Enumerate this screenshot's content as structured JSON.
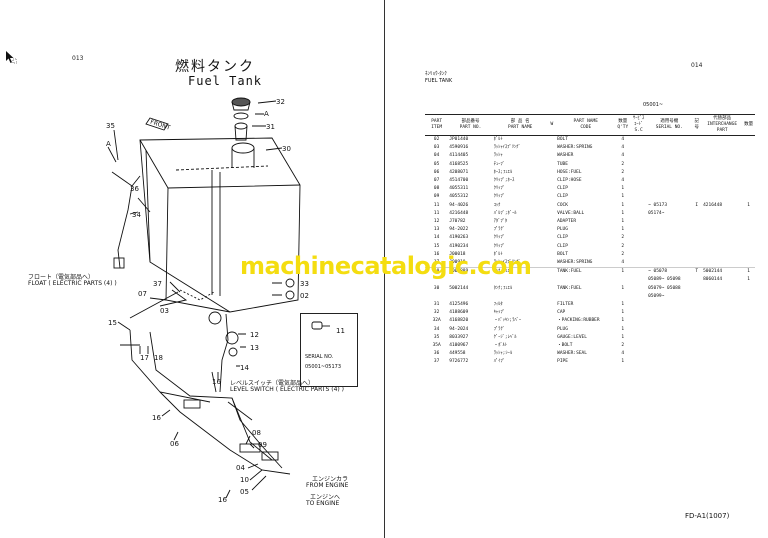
{
  "left_page": {
    "page_number": "013",
    "title_jp": "燃料タンク",
    "title_en": "Fuel Tank",
    "callouts": [
      "32",
      "A",
      "31",
      "35",
      "A",
      "30",
      "36",
      "34",
      "33",
      "02",
      "37",
      "07",
      "03",
      "15",
      "18",
      "17",
      "12",
      "13",
      "14",
      "16",
      "08",
      "09",
      "04",
      "10",
      "05",
      "16",
      "11"
    ],
    "front_label": "FRONT",
    "float_note_jp": "フロート（電気部品へ）",
    "float_note_en": "FLOAT ( ELECTRIC PARTS (4) )",
    "level_note_jp": "レベルスイッチ（電気部品へ）",
    "level_note_en": "LEVEL SWITCH ( ELECTRIC PARTS (4) )",
    "engine_note_jp1": "エンジンカラ",
    "engine_note_en1": "FROM ENGINE",
    "engine_note_jp2": "エンジンへ",
    "engine_note_en2": "TO ENGINE",
    "serial_box": {
      "callout": "11",
      "label": "SERIAL NO.",
      "range": "05001~05173"
    }
  },
  "watermark": "machinecatalogic.com",
  "right_page": {
    "page_number": "014",
    "header_jp": "ﾈﾝﾘｮｳ-ﾀﾝｸ",
    "header_en": "FUEL TANK",
    "serial_range": "05001~",
    "columns": {
      "item": "PART\nITEM",
      "part_no_jp": "部品番号",
      "part_no": "PART NO.",
      "part_name_jp": "部 品 名",
      "part_name": "PART NAME",
      "w": "W",
      "name_code": "PART NAME\nCODE",
      "qty_jp": "数量",
      "qty": "Q'TY",
      "sc": "ｻｰﾋﾞｽ\nｺｰﾄﾞ\nS.C",
      "serial_jp": "適用号機",
      "serial": "SERIAL NO.",
      "flag": "記号",
      "interchange_jp": "代替部品",
      "interchange": "INTERCHANGE\nPART",
      "int_part": "部品番号",
      "int_qty": "数量"
    },
    "rows": [
      {
        "item": "02",
        "part_no": "JP01440",
        "name_jp": "ﾎﾞﾙﾄ",
        "name_en": "BOLT",
        "qty": "4",
        "serial": "",
        "flag": "",
        "ipart": "",
        "iqty": ""
      },
      {
        "item": "03",
        "part_no": "4590916",
        "name_jp": "ﾜｯｼｬｲｽﾌﾟﾘﾝｸﾞ",
        "name_en": "WASHER:SPRING",
        "qty": "4",
        "serial": "",
        "flag": "",
        "ipart": "",
        "iqty": ""
      },
      {
        "item": "04",
        "part_no": "4114405",
        "name_jp": "ﾜｯｼｬ",
        "name_en": "WASHER",
        "qty": "4",
        "serial": "",
        "flag": "",
        "ipart": "",
        "iqty": ""
      },
      {
        "item": "05",
        "part_no": "4168525",
        "name_jp": "ﾁｭｰﾌﾞ",
        "name_en": "TUBE",
        "qty": "2",
        "serial": "",
        "flag": "",
        "ipart": "",
        "iqty": ""
      },
      {
        "item": "06",
        "part_no": "4208071",
        "name_jp": "ﾎｰｽ;ﾌｭｴﾙ",
        "name_en": "HOSE:FUEL",
        "qty": "2",
        "serial": "",
        "flag": "",
        "ipart": "",
        "iqty": ""
      },
      {
        "item": "07",
        "part_no": "4514700",
        "name_jp": "ｸﾘｯﾌﾟ;ﾎｰｽ",
        "name_en": "CLIP:HOSE",
        "qty": "4",
        "serial": "",
        "flag": "",
        "ipart": "",
        "iqty": ""
      },
      {
        "item": "08",
        "part_no": "4055311",
        "name_jp": "ｸﾘｯﾌﾟ",
        "name_en": "CLIP",
        "qty": "1",
        "serial": "",
        "flag": "",
        "ipart": "",
        "iqty": ""
      },
      {
        "item": "09",
        "part_no": "4055312",
        "name_jp": "ｸﾘｯﾌﾟ",
        "name_en": "CLIP",
        "qty": "1",
        "serial": "",
        "flag": "",
        "ipart": "",
        "iqty": ""
      },
      {
        "item": "11",
        "part_no": "94-4026",
        "name_jp": "ｺｯｸ",
        "name_en": "COCK",
        "qty": "1",
        "serial": "~ 05173",
        "flag": "I",
        "ipart": "4216448",
        "iqty": "1"
      },
      {
        "item": "11",
        "part_no": "4216448",
        "name_jp": "ﾊﾞﾙﾌﾞ;ﾎﾞｰﾙ",
        "name_en": "VALVE:BALL",
        "qty": "1",
        "serial": "05174~",
        "flag": "",
        "ipart": "",
        "iqty": ""
      },
      {
        "item": "12",
        "part_no": "J70782",
        "name_jp": "ｱﾀﾞﾌﾟﾀ",
        "name_en": "ADAPTER",
        "qty": "1",
        "serial": "",
        "flag": "",
        "ipart": "",
        "iqty": ""
      },
      {
        "item": "13",
        "part_no": "94-2022",
        "name_jp": "ﾌﾟﾗｸﾞ",
        "name_en": "PLUG",
        "qty": "1",
        "serial": "",
        "flag": "",
        "ipart": "",
        "iqty": ""
      },
      {
        "item": "14",
        "part_no": "4190263",
        "name_jp": "ｸﾘｯﾌﾟ",
        "name_en": "CLIP",
        "qty": "2",
        "serial": "",
        "flag": "",
        "ipart": "",
        "iqty": ""
      },
      {
        "item": "15",
        "part_no": "4190234",
        "name_jp": "ｸﾘｯﾌﾟ",
        "name_en": "CLIP",
        "qty": "2",
        "serial": "",
        "flag": "",
        "ipart": "",
        "iqty": ""
      },
      {
        "item": "16",
        "part_no": "J00018",
        "name_jp": "ﾎﾞﾙﾄ",
        "name_en": "BOLT",
        "qty": "2",
        "serial": "",
        "flag": "",
        "ipart": "",
        "iqty": ""
      },
      {
        "item": "17",
        "part_no": "J00910",
        "name_jp": "ﾜｯｼｬｲｽﾌﾟﾘﾝｸﾞ",
        "name_en": "WASHER:SPRING",
        "qty": "4",
        "serial": "",
        "flag": "",
        "ipart": "",
        "iqty": ""
      },
      {
        "item": "30",
        "part_no": "5001889",
        "name_jp": "ﾀﾝｸ;ﾌｭｴﾙ",
        "name_en": "TANK:FUEL",
        "qty": "1",
        "serial": "~ 05078",
        "flag": "T",
        "ipart": "5002144",
        "iqty": "1"
      },
      {
        "item": "",
        "part_no": "",
        "name_jp": "",
        "name_en": "",
        "qty": "",
        "serial": "05089~ 05098",
        "flag": "",
        "ipart": "8060144",
        "iqty": "1"
      },
      {
        "item": "30",
        "part_no": "5002144",
        "name_jp": "ﾀﾝｸ;ﾌｭｴﾙ",
        "name_en": "TANK:FUEL",
        "qty": "1",
        "serial": "05079~ 05088",
        "flag": "",
        "ipart": "",
        "iqty": ""
      },
      {
        "item": "",
        "part_no": "",
        "name_jp": "",
        "name_en": "",
        "qty": "",
        "serial": "05099~",
        "flag": "",
        "ipart": "",
        "iqty": ""
      },
      {
        "item": "31",
        "part_no": "4125496",
        "name_jp": "ﾌｨﾙﾀ",
        "name_en": "FILTER",
        "qty": "1",
        "serial": "",
        "flag": "",
        "ipart": "",
        "iqty": ""
      },
      {
        "item": "32",
        "part_no": "4188609",
        "name_jp": "ｷｬｯﾌﾟ",
        "name_en": "CAP",
        "qty": "1",
        "serial": "",
        "flag": "",
        "ipart": "",
        "iqty": ""
      },
      {
        "item": "32A",
        "part_no": "4168820",
        "name_jp": "・ﾊﾟｯｷﾝ;ﾗﾊﾞｰ",
        "name_en": "・PACKING:RUBBER",
        "qty": "1",
        "serial": "",
        "flag": "",
        "ipart": "",
        "iqty": ""
      },
      {
        "item": "34",
        "part_no": "94-2024",
        "name_jp": "ﾌﾟﾗｸﾞ",
        "name_en": "PLUG",
        "qty": "1",
        "serial": "",
        "flag": "",
        "ipart": "",
        "iqty": ""
      },
      {
        "item": "35",
        "part_no": "8033927",
        "name_jp": "ｹﾞｰｼﾞ;ﾚﾍﾞﾙ",
        "name_en": "GAUGE:LEVEL",
        "qty": "1",
        "serial": "",
        "flag": "",
        "ipart": "",
        "iqty": ""
      },
      {
        "item": "35A",
        "part_no": "4100967",
        "name_jp": "・ﾎﾞﾙﾄ",
        "name_en": "・BOLT",
        "qty": "2",
        "serial": "",
        "flag": "",
        "ipart": "",
        "iqty": ""
      },
      {
        "item": "36",
        "part_no": "449558",
        "name_jp": "ﾜｯｼｬ;ｼｰﾙ",
        "name_en": "WASHER:SEAL",
        "qty": "4",
        "serial": "",
        "flag": "",
        "ipart": "",
        "iqty": ""
      },
      {
        "item": "37",
        "part_no": "9726772",
        "name_jp": "ﾊﾟｲﾌﾟ",
        "name_en": "PIPE",
        "qty": "1",
        "serial": "",
        "flag": "",
        "ipart": "",
        "iqty": ""
      }
    ],
    "footer": "FD-A1(1007)"
  }
}
